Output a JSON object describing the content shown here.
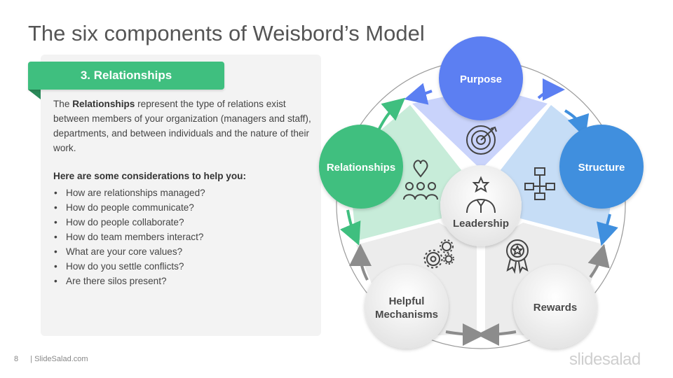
{
  "title": "The six components of Weisbord’s Model",
  "section": {
    "tab_label": "3. Relationships",
    "intro_bold": "Relationships",
    "intro_prefix": "The ",
    "intro_rest": " represent the type of relations exist between members of your organization (managers and staff), departments, and between individuals and the nature of their work.",
    "considerations_heading": "Here are some considerations to help you:",
    "considerations": [
      "How are relationships managed?",
      "How do people communicate?",
      "How do people collaborate?",
      "How do team members interact?",
      "What are your core values?",
      "How do you settle conflicts?",
      "Are there silos present?"
    ]
  },
  "diagram": {
    "center": "Leadership",
    "components": {
      "purpose": "Purpose",
      "structure": "Structure",
      "rewards": "Rewards",
      "mechanisms_line1": "Helpful",
      "mechanisms_line2": "Mechanisms",
      "relationships": "Relationships"
    },
    "colors": {
      "purpose": "#5b7ff2",
      "structure": "#3f8fde",
      "relationships": "#3fbf7f",
      "grey": "#8c8c8c"
    },
    "icons": [
      "target-icon",
      "org-chart-icon",
      "award-ribbon-icon",
      "gears-icon",
      "team-handshake-icon",
      "leader-icon"
    ]
  },
  "footer": {
    "page_number": "8",
    "site": "| SlideSalad.com",
    "brand": "slidesalad"
  }
}
